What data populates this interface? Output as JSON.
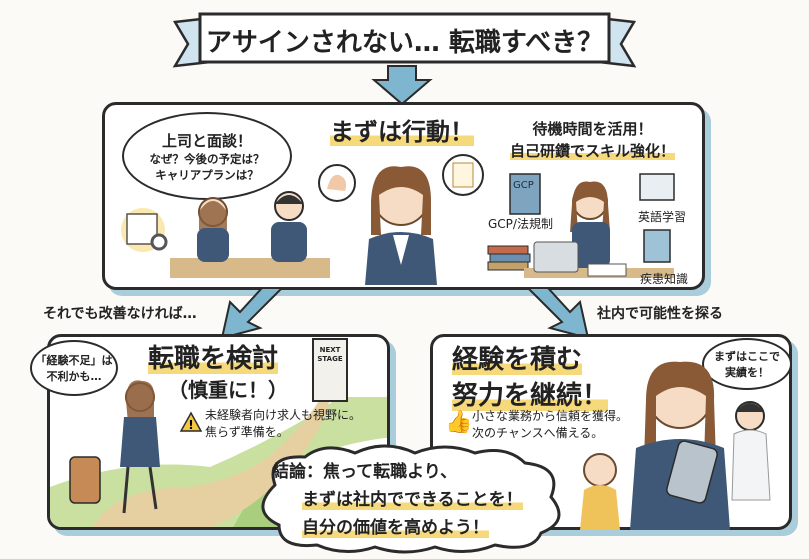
{
  "title": "アサインされない… 転職すべき？",
  "top_panel": {
    "bubble_lines": [
      "上司と面談！",
      "なぜ？今後の予定は？",
      "キャリアプランは？"
    ],
    "center_title": "まずは行動！",
    "right_lines": [
      "待機時間を活用！",
      "自己研鑽でスキル強化！"
    ],
    "book_label": "GCP",
    "study_labels": [
      "GCP/法規制",
      "英語学習",
      "疾患知識"
    ]
  },
  "branch_left_label": "それでも改善なければ…",
  "branch_right_label": "社内で可能性を探る",
  "left_panel": {
    "thought_lines": [
      "「経験不足」は",
      "不利かも…"
    ],
    "title": "転職を検討",
    "subtitle": "（慎重に！）",
    "door_lines": [
      "NEXT",
      "STAGE"
    ],
    "note_lines": [
      "未経験者向け求人も視野に。",
      "焦らず準備を。"
    ]
  },
  "right_panel": {
    "title_lines": [
      "経験を積む",
      "努力を継続！"
    ],
    "note_lines": [
      "小さな業務から信頼を獲得。",
      "次のチャンスへ備える。"
    ],
    "thought_lines": [
      "まずはここで",
      "実績を！"
    ]
  },
  "conclusion": {
    "lines": [
      "結論：焦って転職より、",
      "まずは社内でできることを！",
      "自分の価値を高めよう！"
    ]
  },
  "colors": {
    "accent_blue": "#7fb6cf",
    "highlight_yellow": "#f6d97a",
    "suit_navy": "#3f5877",
    "grass": "#a9cf7e",
    "path": "#e6cfa0"
  }
}
